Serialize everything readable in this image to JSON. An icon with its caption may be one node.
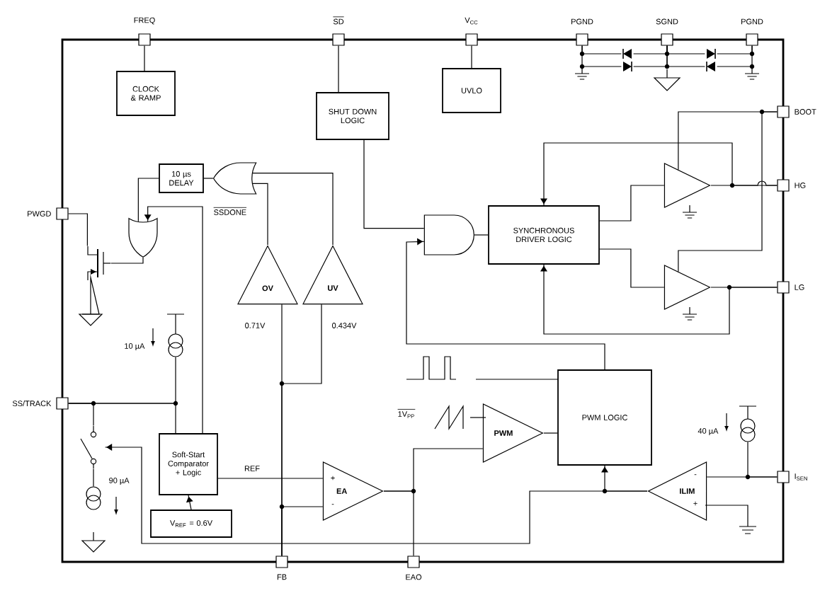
{
  "diagram": {
    "nodes": [
      {
        "text": [],
        "shape": "box",
        "beside": [
          "FREQ"
        ]
      },
      {
        "text": [],
        "shape": "box",
        "beside": [
          "SD"
        ]
      },
      {
        "text": [],
        "shape": "box",
        "beside": [
          "V$_{CC}$"
        ]
      },
      {
        "text": [],
        "shape": "box",
        "beside": [
          "PGND"
        ]
      },
      {
        "text": [],
        "shape": "box",
        "beside": [
          "SGND"
        ]
      },
      {
        "text": [],
        "shape": "box",
        "beside": [
          "PGND"
        ]
      },
      {
        "text": [],
        "shape": "box",
        "beside": [
          "BOOT"
        ]
      },
      {
        "text": [],
        "shape": "box",
        "beside": [
          "HG"
        ]
      },
      {
        "text": [],
        "shape": "box",
        "beside": [
          "LG"
        ]
      },
      {
        "text": [],
        "shape": "box",
        "beside": [
          "I$_{SEN}$"
        ]
      },
      {
        "text": [],
        "shape": "box",
        "beside": [
          "EAO"
        ]
      },
      {
        "text": [],
        "shape": "box",
        "beside": [
          "FB"
        ]
      },
      {
        "text": [],
        "shape": "box",
        "beside": [
          "SS/TRACK"
        ]
      },
      {
        "text": [],
        "shape": "box",
        "beside": [
          "PWGD"
        ]
      },
      {
        "text": [
          "CLOCK & RAMP"
        ]
      },
      {
        "text": [
          "SHUT DOWN LOGIC"
        ]
      },
      {
        "text": [
          "UVLO"
        ]
      },
      {
        "text": [
          "10 µs DELAY"
        ]
      },
      {
        "text": [
          "SYNCHRONOUS DRIVER LOGIC"
        ]
      },
      {
        "text": [
          "OV"
        ],
        "beside": [
          "0.71V"
        ]
      },
      {
        "text": [
          "UV"
        ],
        "beside": [
          "0.434V"
        ]
      },
      {
        "text": [
          "Soft-Start Comparator + Logic"
        ]
      },
      {
        "text": [
          "V$_{REF}$ = 0.6V"
        ]
      },
      {
        "text": [
          "EA"
        ]
      },
      {
        "text": [
          "PWM"
        ]
      },
      {
        "text": [
          "PWM LOGIC"
        ]
      },
      {
        "text": [
          "ILIM"
        ]
      },
      {
        "text": [],
        "shape": "triangle"
      },
      {
        "text": [],
        "shape": "triangle"
      },
      {
        "text": [],
        "shape": "gate"
      },
      {
        "text": [],
        "shape": "gate"
      },
      {
        "text": [],
        "shape": "gate"
      },
      {
        "text": [],
        "shape": "circle",
        "beside": [
          "10 µA"
        ]
      },
      {
        "text": [],
        "shape": "circle",
        "beside": [
          "90 µA"
        ]
      },
      {
        "text": [],
        "shape": "circle",
        "beside": [
          "40 µA"
        ]
      },
      {
        "text": [],
        "shape": "transistor"
      },
      {
        "text": [],
        "shape": "switch"
      },
      {
        "text": [],
        "shape": "diode"
      },
      {
        "text": [],
        "shape": "diode"
      },
      {
        "text": [],
        "shape": "diode"
      },
      {
        "text": [],
        "shape": "diode"
      }
    ],
    "edges": [
      {
        "from": 0,
        "to": 14,
        "arrow": "none"
      },
      {
        "from": 1,
        "to": 15,
        "arrow": "none"
      },
      {
        "from": 2,
        "to": 16,
        "arrow": "none"
      },
      {
        "from": 15,
        "to": 31,
        "arrow": "none"
      },
      {
        "from": 31,
        "to": 18,
        "arrow": "none"
      },
      {
        "from": 18,
        "to": 27,
        "arrow": "none"
      },
      {
        "from": 18,
        "to": 28,
        "arrow": "none"
      },
      {
        "from": 27,
        "to": 7,
        "arrow": "none"
      },
      {
        "from": 28,
        "to": 8,
        "arrow": "none"
      },
      {
        "from": 6,
        "to": 27,
        "arrow": "none"
      },
      {
        "from": 6,
        "to": 28,
        "arrow": "none"
      },
      {
        "from": 7,
        "to": 18,
        "arrow": "to"
      },
      {
        "from": 8,
        "to": 18,
        "arrow": "to"
      },
      {
        "from": 29,
        "to": 17,
        "arrow": "none"
      },
      {
        "from": 17,
        "to": 30,
        "arrow": "none"
      },
      {
        "from": 19,
        "to": 29,
        "arrow": "none"
      },
      {
        "from": 20,
        "to": 29,
        "arrow": "none"
      },
      {
        "from": 30,
        "to": 35,
        "arrow": "none"
      },
      {
        "from": 35,
        "to": 13,
        "arrow": "none"
      },
      {
        "from": 21,
        "to": 30,
        "arrow": "to"
      },
      {
        "from": 32,
        "to": 12,
        "arrow": "none"
      },
      {
        "from": 12,
        "to": 21,
        "arrow": "none"
      },
      {
        "from": 12,
        "to": 36,
        "arrow": "none"
      },
      {
        "from": 36,
        "to": 33,
        "arrow": "none"
      },
      {
        "from": 26,
        "to": 36,
        "arrow": "to"
      },
      {
        "from": 22,
        "to": 21,
        "arrow": "to"
      },
      {
        "from": 21,
        "to": 23,
        "arrow": "none",
        "label": "REF"
      },
      {
        "from": 11,
        "to": 19,
        "arrow": "none"
      },
      {
        "from": 11,
        "to": 20,
        "arrow": "none"
      },
      {
        "from": 11,
        "to": 23,
        "arrow": "none"
      },
      {
        "from": 23,
        "to": 10,
        "arrow": "none"
      },
      {
        "from": 23,
        "to": 24,
        "arrow": "none"
      },
      {
        "from": 24,
        "to": 25,
        "arrow": "none"
      },
      {
        "from": 25,
        "to": 31,
        "arrow": "to"
      },
      {
        "from": 26,
        "to": 25,
        "arrow": "to"
      },
      {
        "from": 9,
        "to": 26,
        "arrow": "none"
      },
      {
        "from": 34,
        "to": 9,
        "arrow": "none"
      },
      {
        "from": 3,
        "to": 37,
        "arrow": "none"
      },
      {
        "from": 37,
        "to": 4,
        "arrow": "none"
      },
      {
        "from": 3,
        "to": 38,
        "arrow": "none"
      },
      {
        "from": 38,
        "to": 4,
        "arrow": "none"
      },
      {
        "from": 4,
        "to": 39,
        "arrow": "none"
      },
      {
        "from": 39,
        "to": 5,
        "arrow": "none"
      },
      {
        "from": 4,
        "to": 40,
        "arrow": "none"
      },
      {
        "from": 40,
        "to": 5,
        "arrow": "none"
      }
    ],
    "labels": [
      "SSDONE",
      "1V$_{PP}$",
      "+",
      "-",
      "-",
      "+"
    ]
  }
}
